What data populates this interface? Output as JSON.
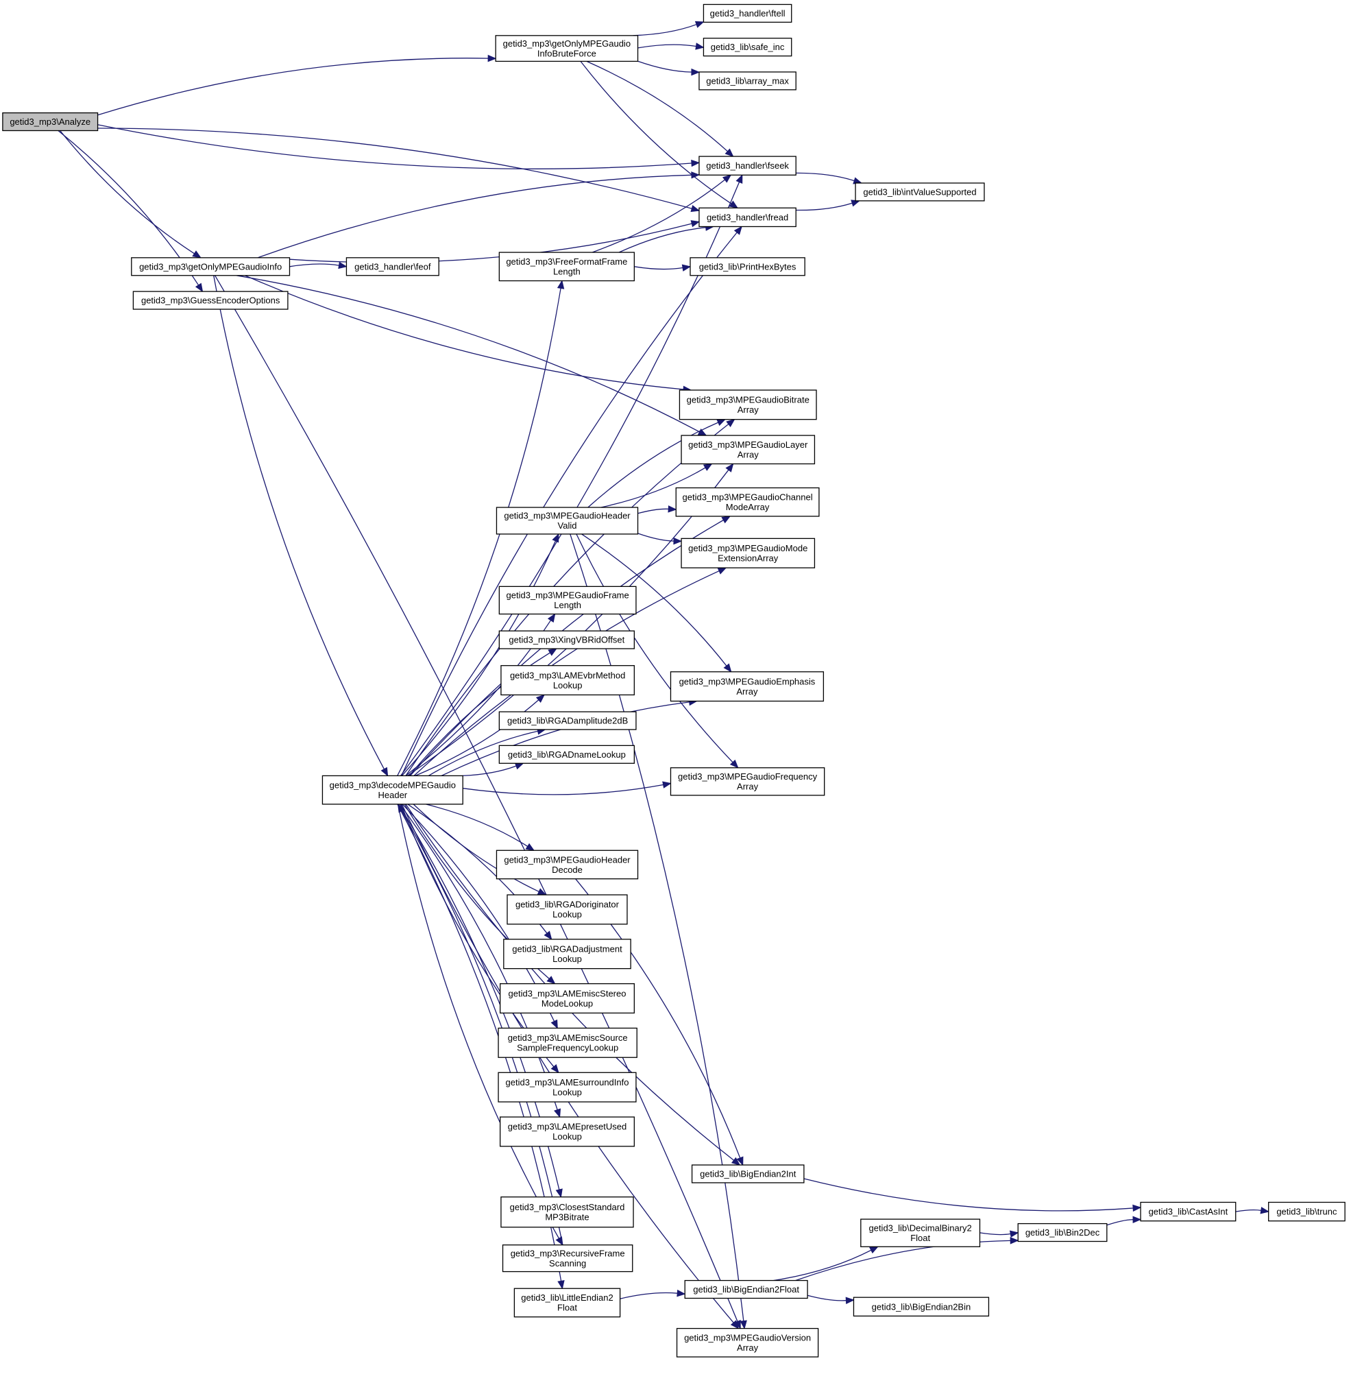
{
  "colors": {
    "edge": "#191970",
    "root_fill": "#bfbfbf",
    "node_fill": "#ffffff",
    "node_border": "#000000"
  },
  "nodes": {
    "analyze": {
      "lines": [
        "getid3_mp3\\Analyze"
      ],
      "root": true
    },
    "bruteforce": {
      "lines": [
        "getid3_mp3\\getOnlyMPEGaudio",
        "InfoBruteForce"
      ]
    },
    "ftell": {
      "lines": [
        "getid3_handler\\ftell"
      ]
    },
    "safeinc": {
      "lines": [
        "getid3_lib\\safe_inc"
      ]
    },
    "arraymax": {
      "lines": [
        "getid3_lib\\array_max"
      ]
    },
    "fseek": {
      "lines": [
        "getid3_handler\\fseek"
      ]
    },
    "intvalue": {
      "lines": [
        "getid3_lib\\intValueSupported"
      ]
    },
    "fread": {
      "lines": [
        "getid3_handler\\fread"
      ]
    },
    "getonly": {
      "lines": [
        "getid3_mp3\\getOnlyMPEGaudioInfo"
      ]
    },
    "feof": {
      "lines": [
        "getid3_handler\\feof"
      ]
    },
    "guess": {
      "lines": [
        "getid3_mp3\\GuessEncoderOptions"
      ]
    },
    "freeformat": {
      "lines": [
        "getid3_mp3\\FreeFormatFrame",
        "Length"
      ]
    },
    "printhex": {
      "lines": [
        "getid3_lib\\PrintHexBytes"
      ]
    },
    "bitrate": {
      "lines": [
        "getid3_mp3\\MPEGaudioBitrate",
        "Array"
      ]
    },
    "layer": {
      "lines": [
        "getid3_mp3\\MPEGaudioLayer",
        "Array"
      ]
    },
    "channel": {
      "lines": [
        "getid3_mp3\\MPEGaudioChannel",
        "ModeArray"
      ]
    },
    "headervalid": {
      "lines": [
        "getid3_mp3\\MPEGaudioHeader",
        "Valid"
      ]
    },
    "modeext": {
      "lines": [
        "getid3_mp3\\MPEGaudioMode",
        "ExtensionArray"
      ]
    },
    "framelen": {
      "lines": [
        "getid3_mp3\\MPEGaudioFrame",
        "Length"
      ]
    },
    "xing": {
      "lines": [
        "getid3_mp3\\XingVBRidOffset"
      ]
    },
    "lamevbr": {
      "lines": [
        "getid3_mp3\\LAMEvbrMethod",
        "Lookup"
      ]
    },
    "emphasis": {
      "lines": [
        "getid3_mp3\\MPEGaudioEmphasis",
        "Array"
      ]
    },
    "rgaamp": {
      "lines": [
        "getid3_lib\\RGADamplitude2dB"
      ]
    },
    "rganame": {
      "lines": [
        "getid3_lib\\RGADnameLookup"
      ]
    },
    "decode": {
      "lines": [
        "getid3_mp3\\decodeMPEGaudio",
        "Header"
      ]
    },
    "frequency": {
      "lines": [
        "getid3_mp3\\MPEGaudioFrequency",
        "Array"
      ]
    },
    "headerdecode": {
      "lines": [
        "getid3_mp3\\MPEGaudioHeader",
        "Decode"
      ]
    },
    "rgaorig": {
      "lines": [
        "getid3_lib\\RGADoriginator",
        "Lookup"
      ]
    },
    "rgaadj": {
      "lines": [
        "getid3_lib\\RGADadjustment",
        "Lookup"
      ]
    },
    "stereo": {
      "lines": [
        "getid3_mp3\\LAMEmiscStereo",
        "ModeLookup"
      ]
    },
    "source": {
      "lines": [
        "getid3_mp3\\LAMEmiscSource",
        "SampleFrequencyLookup"
      ]
    },
    "surround": {
      "lines": [
        "getid3_mp3\\LAMEsurroundInfo",
        "Lookup"
      ]
    },
    "preset": {
      "lines": [
        "getid3_mp3\\LAMEpresetUsed",
        "Lookup"
      ]
    },
    "be2int": {
      "lines": [
        "getid3_lib\\BigEndian2Int"
      ]
    },
    "castasint": {
      "lines": [
        "getid3_lib\\CastAsInt"
      ]
    },
    "trunc": {
      "lines": [
        "getid3_lib\\trunc"
      ]
    },
    "closest": {
      "lines": [
        "getid3_mp3\\ClosestStandard",
        "MP3Bitrate"
      ]
    },
    "decbin": {
      "lines": [
        "getid3_lib\\DecimalBinary2",
        "Float"
      ]
    },
    "bin2dec": {
      "lines": [
        "getid3_lib\\Bin2Dec"
      ]
    },
    "recursive": {
      "lines": [
        "getid3_mp3\\RecursiveFrame",
        "Scanning"
      ]
    },
    "le2float": {
      "lines": [
        "getid3_lib\\LittleEndian2",
        "Float"
      ]
    },
    "be2float": {
      "lines": [
        "getid3_lib\\BigEndian2Float"
      ]
    },
    "be2bin": {
      "lines": [
        "getid3_lib\\BigEndian2Bin"
      ]
    },
    "version": {
      "lines": [
        "getid3_mp3\\MPEGaudioVersion",
        "Array"
      ]
    }
  },
  "edges": [
    [
      "analyze",
      "bruteforce"
    ],
    [
      "analyze",
      "fseek"
    ],
    [
      "analyze",
      "fread"
    ],
    [
      "analyze",
      "getonly"
    ],
    [
      "analyze",
      "guess"
    ],
    [
      "bruteforce",
      "ftell"
    ],
    [
      "bruteforce",
      "safeinc"
    ],
    [
      "bruteforce",
      "arraymax"
    ],
    [
      "bruteforce",
      "fseek"
    ],
    [
      "bruteforce",
      "fread"
    ],
    [
      "fseek",
      "intvalue"
    ],
    [
      "fread",
      "intvalue"
    ],
    [
      "getonly",
      "fseek"
    ],
    [
      "getonly",
      "fread"
    ],
    [
      "getonly",
      "feof"
    ],
    [
      "getonly",
      "bitrate"
    ],
    [
      "getonly",
      "layer"
    ],
    [
      "getonly",
      "decode"
    ],
    [
      "getonly",
      "version"
    ],
    [
      "freeformat",
      "fseek"
    ],
    [
      "freeformat",
      "fread"
    ],
    [
      "freeformat",
      "printhex"
    ],
    [
      "headervalid",
      "bitrate"
    ],
    [
      "headervalid",
      "layer"
    ],
    [
      "headervalid",
      "channel"
    ],
    [
      "headervalid",
      "modeext"
    ],
    [
      "headervalid",
      "emphasis"
    ],
    [
      "headervalid",
      "frequency"
    ],
    [
      "headervalid",
      "version"
    ],
    [
      "decode",
      "fseek"
    ],
    [
      "decode",
      "fread"
    ],
    [
      "decode",
      "freeformat"
    ],
    [
      "decode",
      "bitrate"
    ],
    [
      "decode",
      "layer"
    ],
    [
      "decode",
      "channel"
    ],
    [
      "decode",
      "headervalid"
    ],
    [
      "decode",
      "modeext"
    ],
    [
      "decode",
      "framelen"
    ],
    [
      "decode",
      "xing"
    ],
    [
      "decode",
      "lamevbr"
    ],
    [
      "decode",
      "rgaamp"
    ],
    [
      "decode",
      "rganame"
    ],
    [
      "decode",
      "emphasis"
    ],
    [
      "decode",
      "frequency"
    ],
    [
      "decode",
      "headerdecode"
    ],
    [
      "decode",
      "rgaorig"
    ],
    [
      "decode",
      "rgaadj"
    ],
    [
      "decode",
      "stereo"
    ],
    [
      "decode",
      "source"
    ],
    [
      "decode",
      "surround"
    ],
    [
      "decode",
      "preset"
    ],
    [
      "decode",
      "be2int"
    ],
    [
      "decode",
      "closest"
    ],
    [
      "decode",
      "recursive"
    ],
    [
      "decode",
      "le2float"
    ],
    [
      "decode",
      "version"
    ],
    [
      "headerdecode",
      "be2int"
    ],
    [
      "be2int",
      "castasint"
    ],
    [
      "castasint",
      "trunc"
    ],
    [
      "decbin",
      "bin2dec"
    ],
    [
      "bin2dec",
      "castasint"
    ],
    [
      "recursive",
      "decode"
    ],
    [
      "le2float",
      "be2float"
    ],
    [
      "be2float",
      "decbin"
    ],
    [
      "be2float",
      "bin2dec"
    ],
    [
      "be2float",
      "be2bin"
    ]
  ]
}
